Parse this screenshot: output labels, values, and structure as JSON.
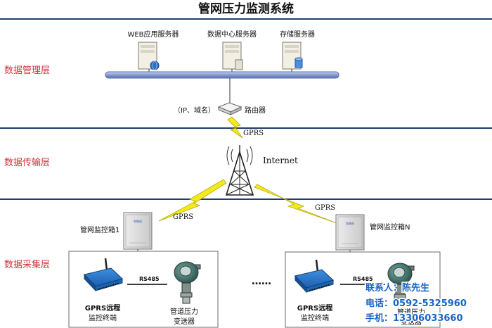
{
  "title": "管网压力监测系统",
  "layers": {
    "management": "数据管理层",
    "transport": "数据传输层",
    "collection": "数据采集层"
  },
  "servers": [
    {
      "label": "WEB应用服务器",
      "icon": "server-globe-icon"
    },
    {
      "label": "数据中心服务器",
      "icon": "server-icon"
    },
    {
      "label": "存储服务器",
      "icon": "server-database-icon"
    }
  ],
  "router": {
    "prefix": "（IP、域名）",
    "label": "路由器"
  },
  "links": {
    "gprs": "GPRS",
    "internet": "Internet",
    "rs485": "RS485",
    "ellipsis": "……"
  },
  "boxes": [
    {
      "label": "管网监控箱1",
      "panel_brand": "和物创"
    },
    {
      "label": "管网监控箱N",
      "panel_brand": "和物创"
    }
  ],
  "devices": {
    "terminal_line1": "GPRS远程",
    "terminal_line2": "监控终端",
    "sensor_line1": "管道压力",
    "sensor_line2": "变送器"
  },
  "contact": {
    "person": "联系人：陈先生",
    "phone": "电话：0592-5325960",
    "mobile": "手机：13306033660"
  },
  "colors": {
    "layer_label": "#d0343c",
    "layer_line": "#1f3f6a",
    "bus": "#7a90c8",
    "lightning": "#f2ea1c",
    "contact_text": "#1565c8"
  }
}
